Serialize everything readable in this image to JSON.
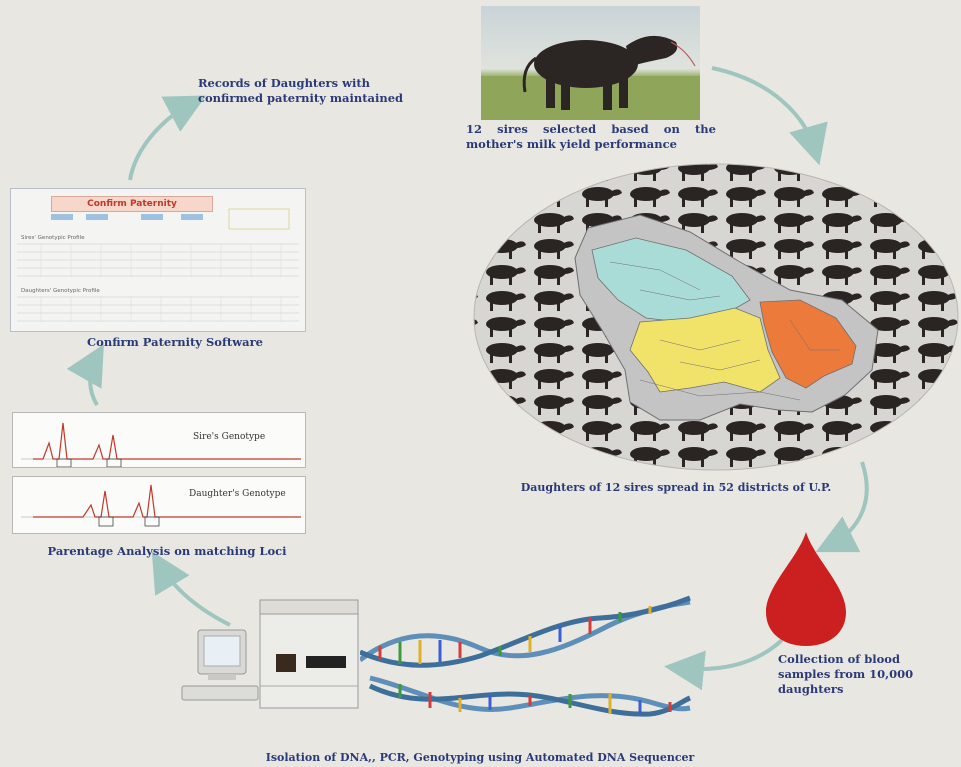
{
  "captions": {
    "records": "Records of Daughters with confirmed paternity maintained",
    "sires": "12 sires selected based on the mother's milk yield performance",
    "software": "Confirm Paternity Software",
    "parentage": "Parentage Analysis on matching Loci",
    "daughters": "Daughters of 12 sires spread in 52 districts of U.P.",
    "blood": "Collection of blood samples from 10,000 daughters",
    "isolation": "Isolation of DNA,, PCR, Genotyping using Automated DNA Sequencer"
  },
  "software_screen": {
    "title": "Confirm Paternity",
    "sire_profile_label": "Sires' Genotypic Profile",
    "daughter_profile_label": "Daughters' Genotypic Profile"
  },
  "genotype_panels": {
    "sire_label": "Sire's Genotype",
    "daughter_label": "Daughter's Genotype"
  },
  "colors": {
    "caption_text": "#2a3a78",
    "arrow": "#9fc5bf",
    "blood_drop": "#cc1f1f",
    "map_cyan": "#a9dcd6",
    "map_yellow": "#f1e26a",
    "map_orange": "#ec7a3b",
    "map_gray": "#b8b8b8"
  },
  "icons": {
    "cow_photo": "buffalo-bull-photo",
    "herd": "buffalo-herd-icon",
    "drop": "blood-drop-icon",
    "dna": "dna-helix-icon",
    "sequencer": "dna-sequencer-icon",
    "computer": "computer-icon"
  }
}
